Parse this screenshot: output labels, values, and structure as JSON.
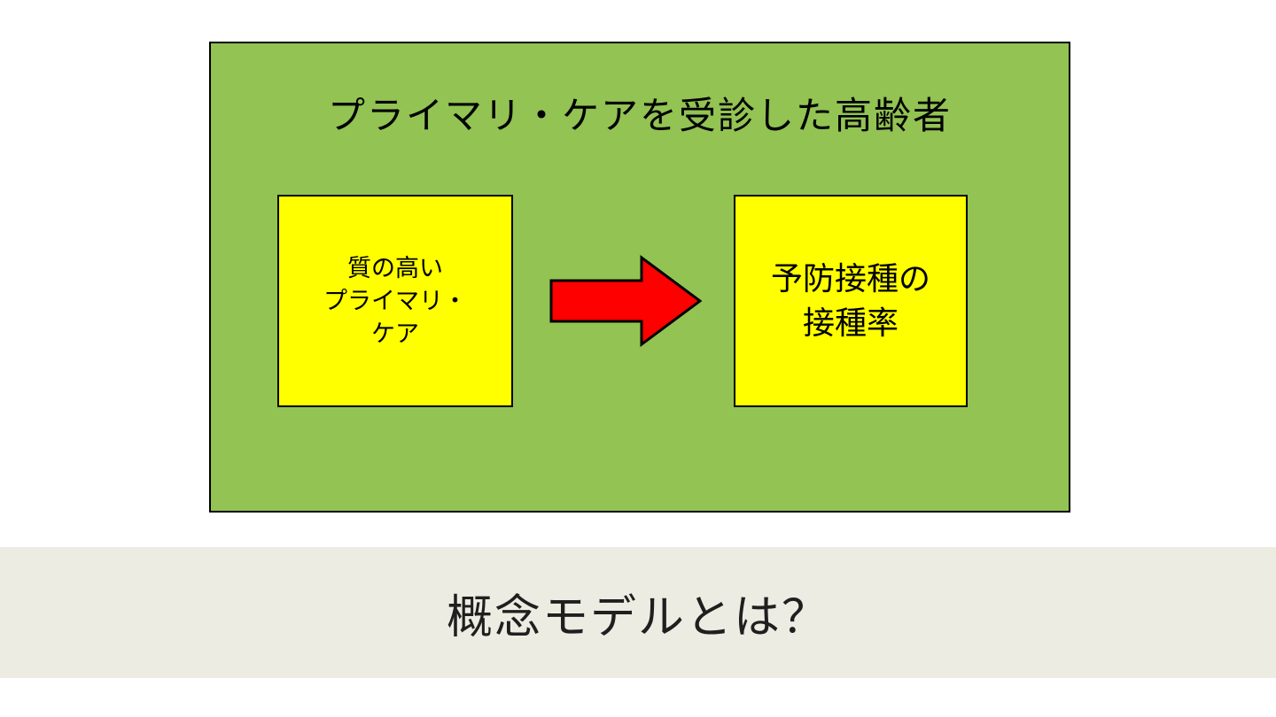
{
  "slide": {
    "green_panel": {
      "title": "プライマリ・ケアを受診した高齢者",
      "left_box": {
        "lines": [
          "質の高い",
          "プライマリ・",
          "ケア"
        ]
      },
      "right_box": {
        "lines": [
          "予防接種の",
          "接種率"
        ]
      }
    },
    "caption_band": {
      "text": "概念モデルとは？"
    },
    "colors": {
      "panel_green": "#92c353",
      "box_yellow": "#ffff00",
      "arrow_red": "#ff0000",
      "border_black": "#000000",
      "band_beige": "#edece2"
    }
  }
}
